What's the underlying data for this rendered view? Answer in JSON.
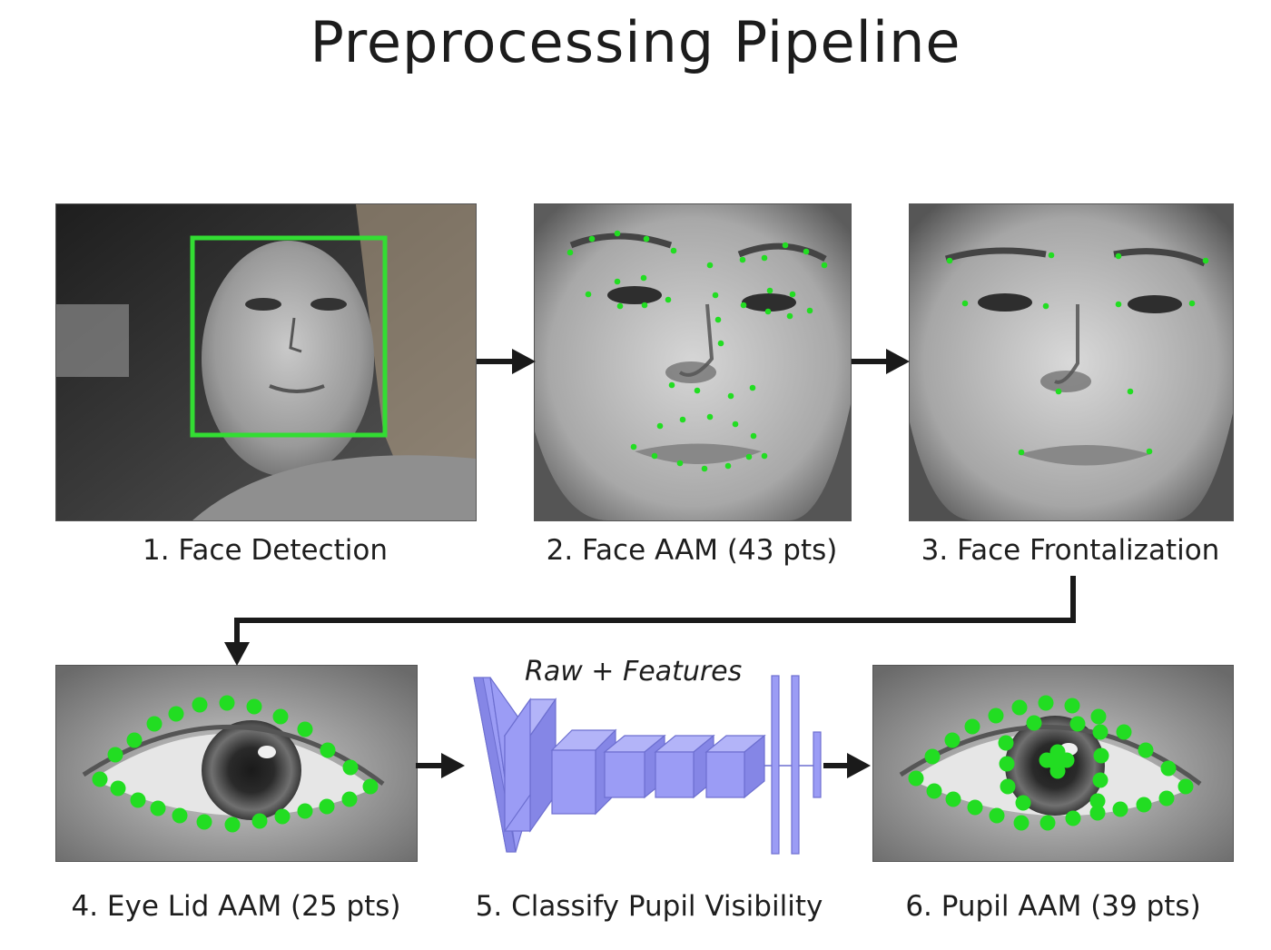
{
  "title": "Preprocessing Pipeline",
  "steps": [
    {
      "label": "1. Face Detection"
    },
    {
      "label": "2. Face AAM (43 pts)"
    },
    {
      "label": "3. Face Frontalization"
    },
    {
      "label": "4. Eye Lid AAM (25 pts)"
    },
    {
      "label": "5. Classify Pupil Visibility"
    },
    {
      "label": "6. Pupil AAM (39 pts)"
    }
  ],
  "cnn": {
    "input_label": "Raw + Features"
  },
  "colors": {
    "landmark": "#22dd22",
    "detection_box": "#33dd33",
    "cnn_block": "#9b9cf5",
    "cnn_edge": "#6d6fd0",
    "arrow": "#1a1a1a"
  }
}
